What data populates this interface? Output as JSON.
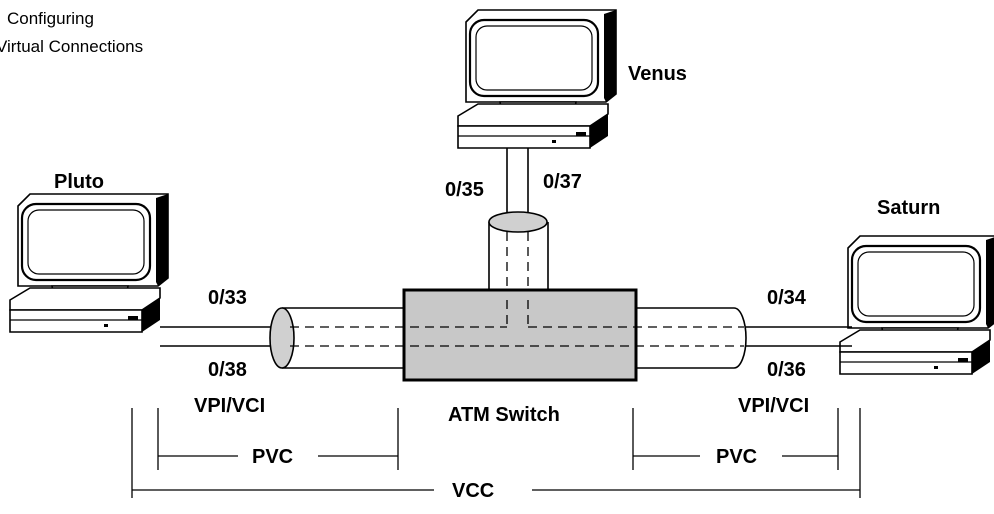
{
  "caption": {
    "line1": "Configuring",
    "line2": "Virtual Connections"
  },
  "hosts": {
    "venus": "Venus",
    "pluto": "Pluto",
    "saturn": "Saturn"
  },
  "vpi_vci": {
    "venus_left": "0/35",
    "venus_right": "0/37",
    "pluto_top": "0/33",
    "pluto_bottom": "0/38",
    "saturn_top": "0/34",
    "saturn_bottom": "0/36"
  },
  "labels": {
    "vpi_vci_left": "VPI/VCI",
    "vpi_vci_right": "VPI/VCI",
    "atm_switch": "ATM Switch",
    "pvc_left": "PVC",
    "pvc_right": "PVC",
    "vcc": "VCC"
  },
  "colors": {
    "switch_fill": "#c8c8c8",
    "cylinder_end_fill": "#d0d0d0",
    "line": "#000000"
  },
  "icons": [
    "computer-icon",
    "computer-icon",
    "computer-icon"
  ]
}
